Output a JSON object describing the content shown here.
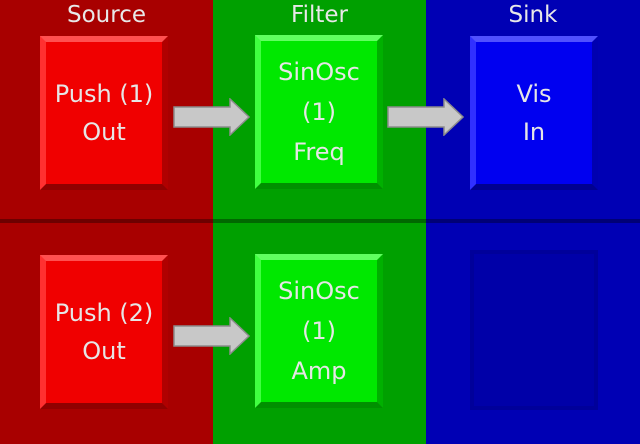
{
  "columns": {
    "source": {
      "header": "Source",
      "color": "#a80000"
    },
    "filter": {
      "header": "Filter",
      "color": "#00a000"
    },
    "sink": {
      "header": "Sink",
      "color": "#0000b4"
    }
  },
  "nodes": {
    "push1": {
      "line1": "Push (1)",
      "line2": "Out"
    },
    "push2": {
      "line1": "Push (2)",
      "line2": "Out"
    },
    "sinosc1": {
      "line1": "SinOsc",
      "line2": "(1)",
      "line3": "Freq"
    },
    "sinosc2": {
      "line1": "SinOsc",
      "line2": "(1)",
      "line3": "Amp"
    },
    "vis": {
      "line1": "Vis",
      "line2": "In"
    }
  },
  "arrow_color": "#c8c8c8",
  "icons": [
    "arrow-right-icon"
  ]
}
